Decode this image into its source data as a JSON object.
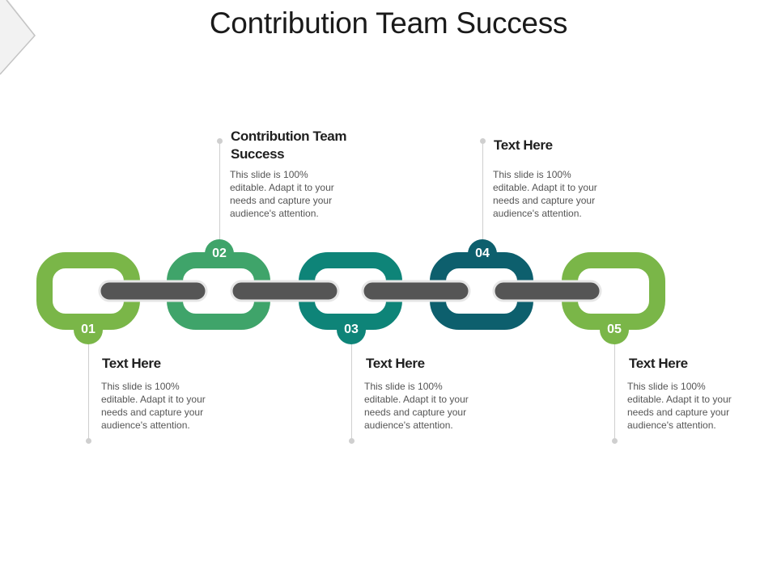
{
  "title": "Contribution Team Success",
  "colors": {
    "link_1": "#7ab648",
    "link_2": "#3fa46a",
    "link_3": "#0e8478",
    "link_4": "#0d5f6d",
    "link_5": "#7ab648",
    "connector": "#555555"
  },
  "steps": [
    {
      "number": "01",
      "heading": "Text Here",
      "body": "This slide is 100% editable. Adapt it to your needs and capture your audience's attention."
    },
    {
      "number": "02",
      "heading": "Contribution Team Success",
      "body": "This slide is 100% editable. Adapt it to your needs and capture your audience's attention."
    },
    {
      "number": "03",
      "heading": "Text Here",
      "body": "This slide is 100% editable. Adapt it to your needs and capture your audience's attention."
    },
    {
      "number": "04",
      "heading": "Text Here",
      "body": "This slide is 100% editable. Adapt it to your needs and capture your audience's attention."
    },
    {
      "number": "05",
      "heading": "Text Here",
      "body": "This slide is 100% editable. Adapt it to your needs and capture your audience's attention."
    }
  ]
}
